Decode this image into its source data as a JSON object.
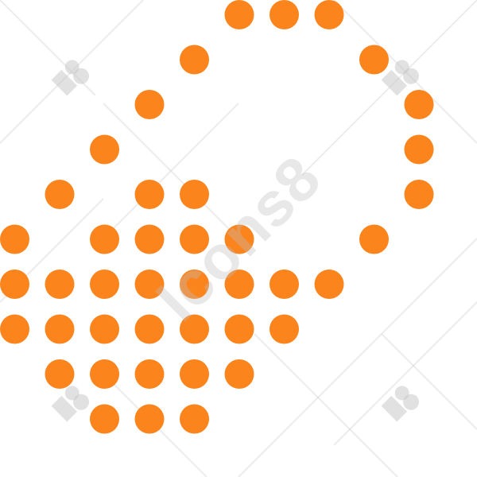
{
  "colors": {
    "dot": "#fc841c",
    "background": "#ffffff",
    "watermark": "#c8c8c8"
  },
  "dots": [
    [
      5,
      0
    ],
    [
      6,
      0
    ],
    [
      7,
      0
    ],
    [
      4,
      1
    ],
    [
      8,
      1
    ],
    [
      3,
      2
    ],
    [
      9,
      2
    ],
    [
      2,
      3
    ],
    [
      9,
      3
    ],
    [
      1,
      4
    ],
    [
      3,
      4
    ],
    [
      4,
      4
    ],
    [
      9,
      4
    ],
    [
      0,
      5
    ],
    [
      2,
      5
    ],
    [
      3,
      5
    ],
    [
      4,
      5
    ],
    [
      5,
      5
    ],
    [
      8,
      5
    ],
    [
      0,
      6
    ],
    [
      1,
      6
    ],
    [
      2,
      6
    ],
    [
      3,
      6
    ],
    [
      4,
      6
    ],
    [
      5,
      6
    ],
    [
      6,
      6
    ],
    [
      7,
      6
    ],
    [
      0,
      7
    ],
    [
      1,
      7
    ],
    [
      2,
      7
    ],
    [
      3,
      7
    ],
    [
      4,
      7
    ],
    [
      5,
      7
    ],
    [
      6,
      7
    ],
    [
      1,
      8
    ],
    [
      2,
      8
    ],
    [
      3,
      8
    ],
    [
      4,
      8
    ],
    [
      5,
      8
    ],
    [
      2,
      9
    ],
    [
      3,
      9
    ],
    [
      4,
      9
    ]
  ],
  "watermark": {
    "text": "Icons8",
    "logo_icon": "icons8-logo-icon"
  }
}
